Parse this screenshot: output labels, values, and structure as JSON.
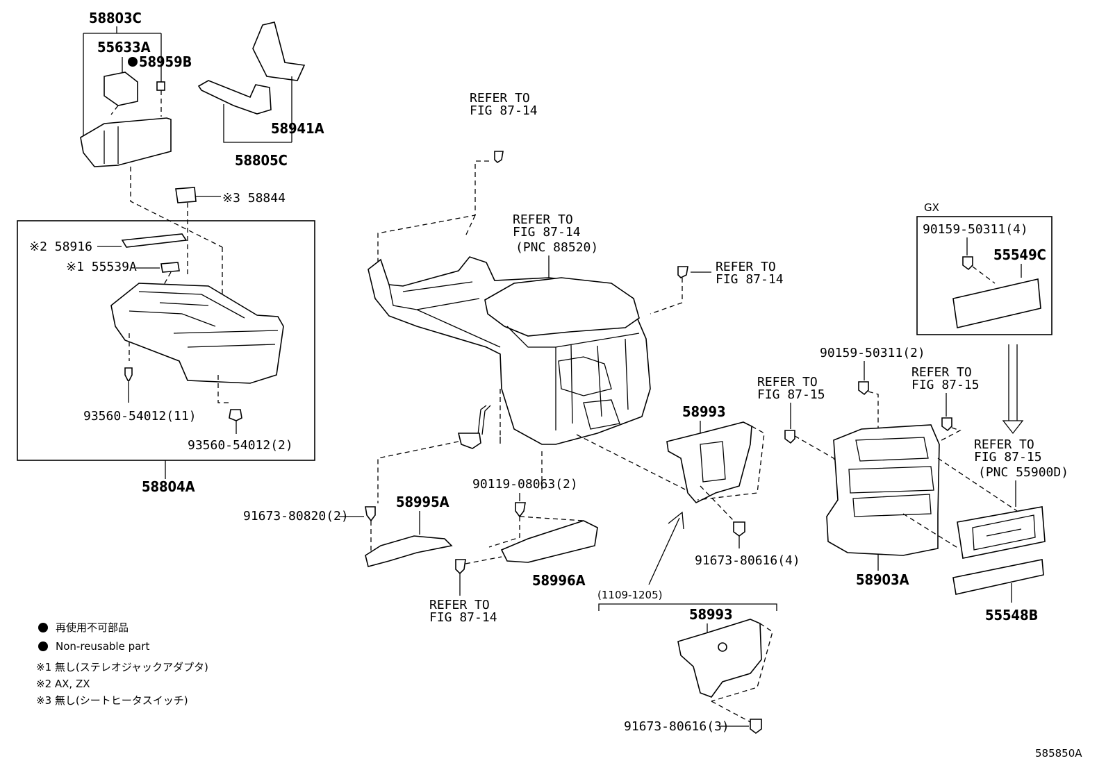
{
  "labels": {
    "p58803C": "58803C",
    "p55633A": "55633A",
    "p58959B": "58959B",
    "p58941A": "58941A",
    "p58805C": "58805C",
    "p58844": "※3 58844",
    "p58916": "※2 58916",
    "p55539A": "※1 55539A",
    "p93560_11": "93560-54012(11)",
    "p93560_2": "93560-54012(2)",
    "p58804A": "58804A",
    "p91673_80820": "91673-80820(2)",
    "p58995A": "58995A",
    "p90119": "90119-08063(2)",
    "p58996A": "58996A",
    "p58993": "58993",
    "p58993b": "58993",
    "p91673_4": "91673-80616(4)",
    "p91673_3": "91673-80616(3)",
    "p90159_2": "90159-50311(2)",
    "p58903A": "58903A",
    "gx": "GX",
    "p90159_4": "90159-50311(4)",
    "p55549C": "55549C",
    "p55548B": "55548B",
    "range": "(1109-1205)",
    "diagram_id": "585850A"
  },
  "refs": {
    "r1_l1": "REFER TO",
    "r1_l2": "FIG 87-14",
    "r2_l1": "REFER TO",
    "r2_l2": "FIG 87-14",
    "r2_l3": "(PNC 88520)",
    "r3_l1": "REFER TO",
    "r3_l2": "FIG 87-14",
    "r4_l1": "REFER TO",
    "r4_l2": "FIG 87-14",
    "r5_l1": "REFER TO",
    "r5_l2": "FIG 87-15",
    "r6_l1": "REFER TO",
    "r6_l2": "FIG 87-15",
    "r7_l1": "REFER TO",
    "r7_l2": "FIG 87-15",
    "r7_l3": "(PNC 55900D)"
  },
  "legend": {
    "nonreuse_jp": "再使用不可部品",
    "nonreuse_en": "Non-reusable part",
    "note1": "※1 無し(ステレオジャックアダプタ)",
    "note2": "※2 AX, ZX",
    "note3": "※3 無し(シートヒータスイッチ)"
  }
}
